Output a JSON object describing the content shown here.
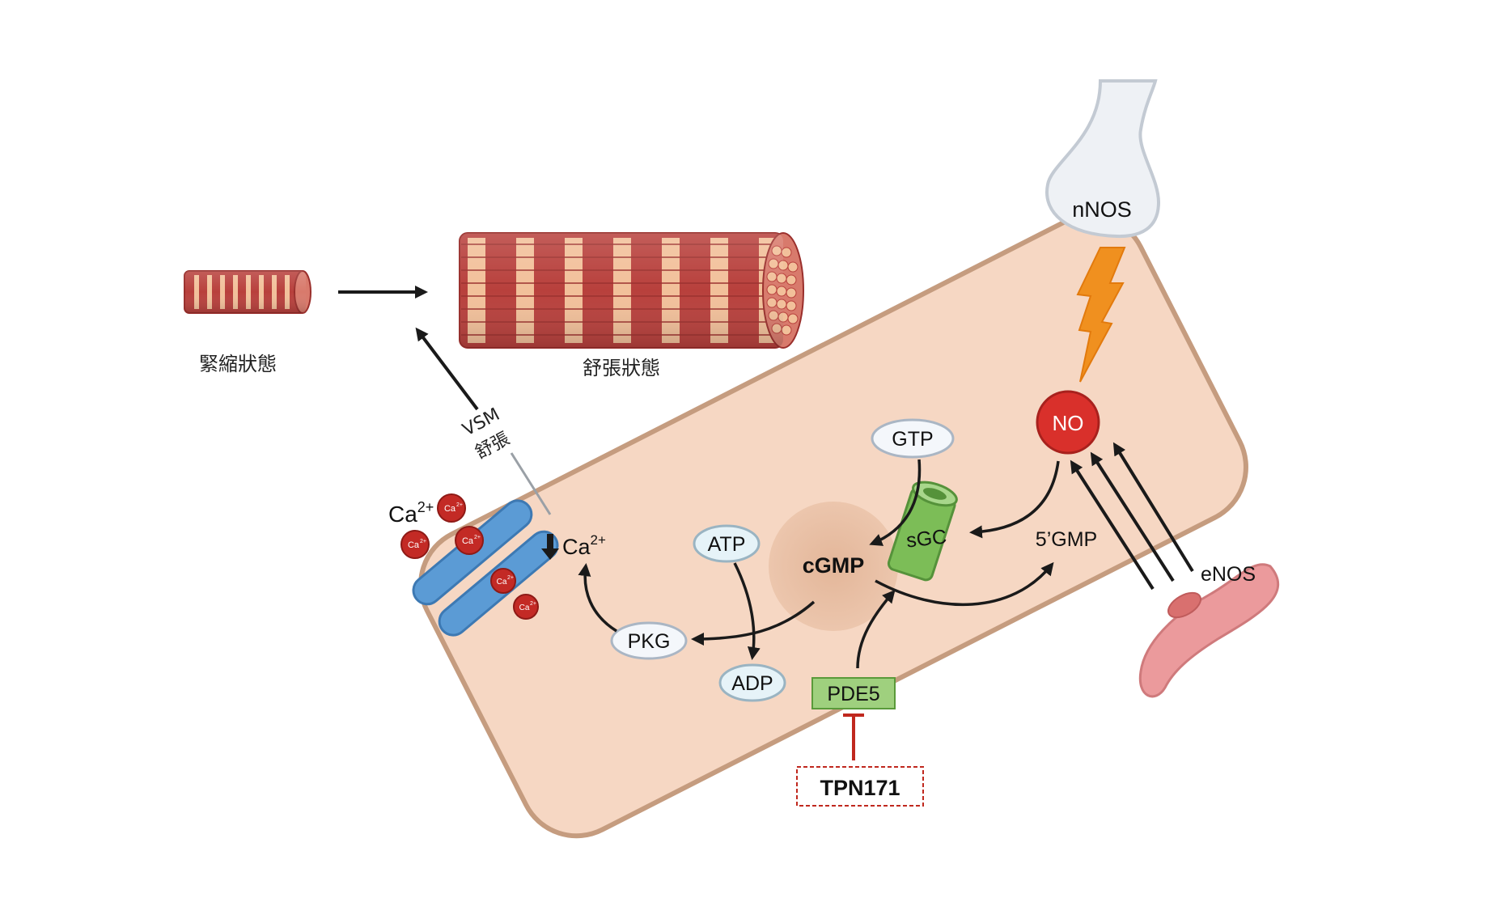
{
  "state_labels": {
    "contracted": "緊縮狀態",
    "relaxed": "舒張狀態"
  },
  "vsm_relax": {
    "line1": "VSM",
    "line2": "舒張"
  },
  "nodes": {
    "nnos": "nNOS",
    "no": "NO",
    "enos": "eNOS",
    "gtp": "GTP",
    "sgc": "sGC",
    "cgmp": "cGMP",
    "gmp5": "5’GMP",
    "atp": "ATP",
    "adp": "ADP",
    "pkg": "PKG",
    "pde5": "PDE5",
    "tpn171": "TPN171",
    "ca_out": "Ca",
    "ca_out_sup": "2+",
    "ca_down": "Ca",
    "ca_down_sup": "2+",
    "ca_ion": "Ca",
    "ca_ion_sup": "2+"
  },
  "colors": {
    "cell_fill": "#f6d7c3",
    "cell_stroke": "#c59c7f",
    "no_red": "#d9302b",
    "lightning": "#f0901f",
    "sgc_green": "#7cbd57",
    "pde5_green": "#9fd07e",
    "channel_blue": "#5b9bd5",
    "inhibit_red": "#c0281e",
    "muscle_dark": "#b8403c",
    "muscle_light": "#f2c09a",
    "enos_pink": "#eb9a9c"
  }
}
